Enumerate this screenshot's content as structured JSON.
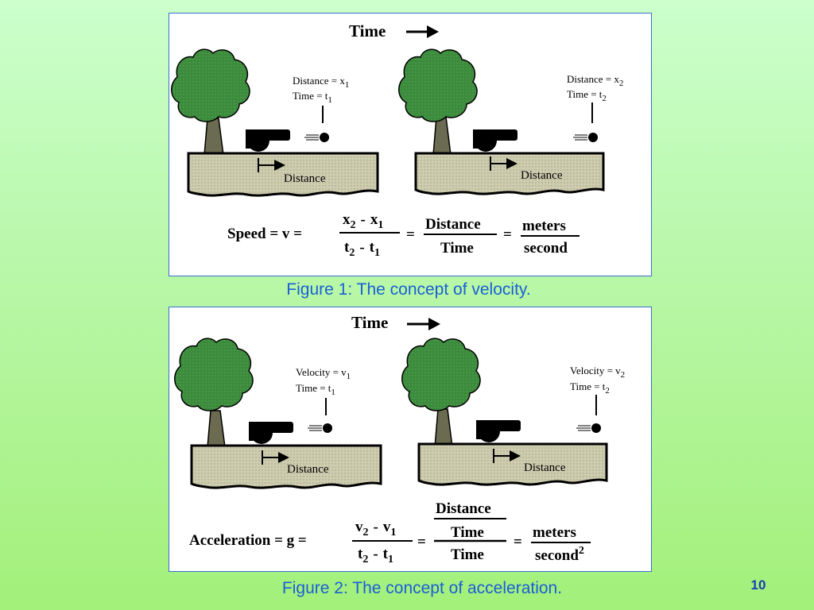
{
  "figure1": {
    "time_label": "Time",
    "left_label_line1": "Distance = x",
    "left_label_sub1": "1",
    "left_label_line2": "Time = t",
    "left_label_sub2": "1",
    "right_label_line1": "Distance = x",
    "right_label_sub1": "2",
    "right_label_line2": "Time = t",
    "right_label_sub2": "2",
    "ground_label": "Distance",
    "formula": {
      "lhs": "Speed  =  v  =",
      "num_a": "x",
      "num_a_sub": "2",
      "num_op": "-",
      "num_b": "x",
      "num_b_sub": "1",
      "den_a": "t",
      "den_a_sub": "2",
      "den_op": "-",
      "den_b": "t",
      "den_b_sub": "1",
      "eq1": "=",
      "frac2_num": "Distance",
      "frac2_den": "Time",
      "eq2": "=",
      "frac3_num": "meters",
      "frac3_den": "second"
    }
  },
  "caption1": "Figure 1: The concept of velocity.",
  "figure2": {
    "time_label": "Time",
    "left_label_line1": "Velocity = v",
    "left_label_sub1": "1",
    "left_label_line2": "Time = t",
    "left_label_sub2": "1",
    "right_label_line1": "Velocity = v",
    "right_label_sub1": "2",
    "right_label_line2": "Time = t",
    "right_label_sub2": "2",
    "ground_label": "Distance",
    "formula": {
      "lhs": "Acceleration  =  g  =",
      "num_a": "v",
      "num_a_sub": "2",
      "num_op": "-",
      "num_b": "v",
      "num_b_sub": "1",
      "den_a": "t",
      "den_a_sub": "2",
      "den_op": "-",
      "den_b": "t",
      "den_b_sub": "1",
      "eq1": "=",
      "frac2_top": "Distance",
      "frac2_mid": "Time",
      "frac2_den": "Time",
      "eq2": "=",
      "frac3_num": "meters",
      "frac3_den": "second",
      "frac3_exp": "2"
    }
  },
  "caption2": "Figure 2: The concept of acceleration.",
  "slide_number": "10",
  "colors": {
    "tree_foliage": "#3c8a3c",
    "tree_trunk": "#6b6b52",
    "ground_fill": "#cfcdb0",
    "caption": "#1a5fd6",
    "box_border": "#3a6fd0"
  }
}
